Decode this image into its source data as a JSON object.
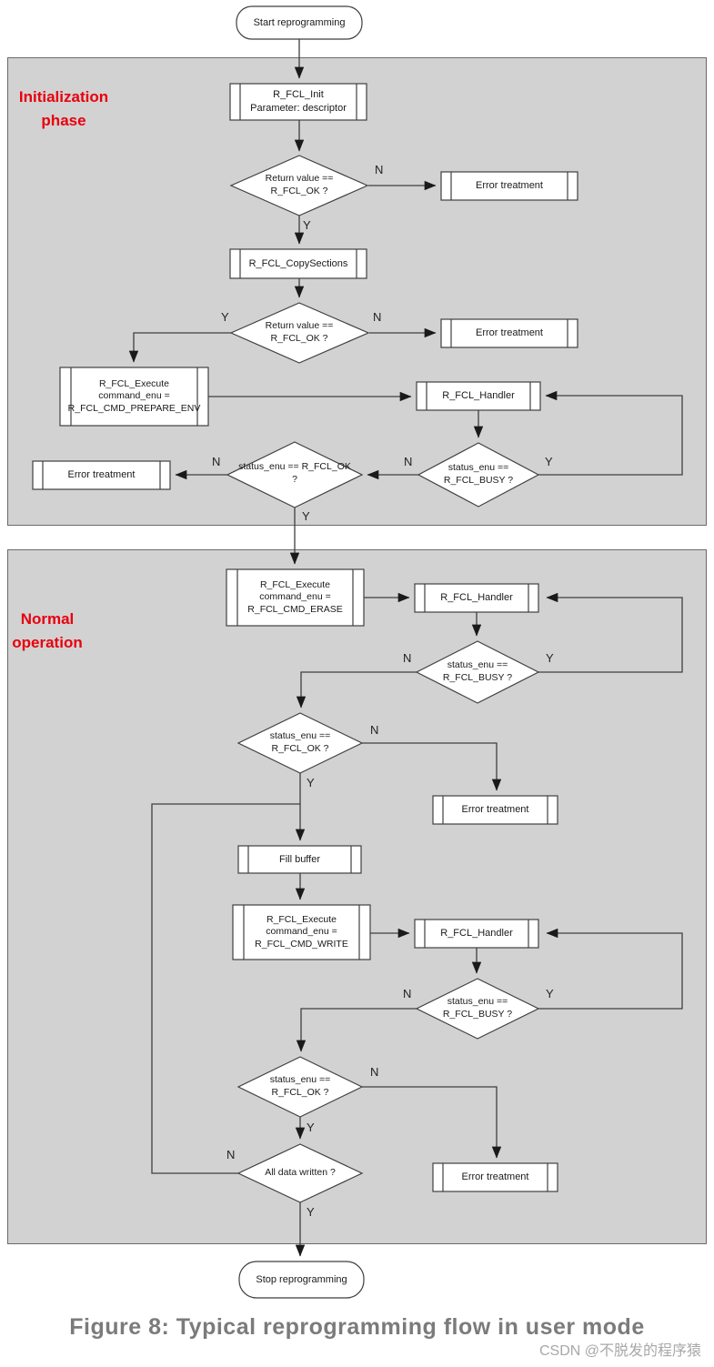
{
  "colors": {
    "section_fill": "#d2d2d2",
    "section_border": "#6a6a6a",
    "node_fill": "#ffffff",
    "node_border": "#3f3f3f",
    "connector": "#3f3f3f",
    "phase_label_red": "#e8000d",
    "caption_gray": "#7b7b7b",
    "watermark_gray": "#a8a8a8"
  },
  "start": {
    "label": "Start reprogramming"
  },
  "stop": {
    "label": "Stop reprogramming"
  },
  "sections": {
    "init": {
      "line1": "Initialization",
      "line2": "phase"
    },
    "normal": {
      "line1": "Normal",
      "line2": "operation"
    }
  },
  "nodes": {
    "init": {
      "lines": [
        "R_FCL_Init",
        "Parameter: descriptor"
      ]
    },
    "return1": {
      "lines": [
        "Return value ==",
        "R_FCL_OK ?"
      ]
    },
    "error1": {
      "label": "Error treatment"
    },
    "copy_sections": {
      "label": "R_FCL_CopySections"
    },
    "return2": {
      "lines": [
        "Return value ==",
        "R_FCL_OK ?"
      ]
    },
    "error2": {
      "label": "Error treatment"
    },
    "exec_prepare": {
      "lines": [
        "R_FCL_Execute",
        "command_enu =",
        "R_FCL_CMD_PREPARE_ENV"
      ]
    },
    "handler1": {
      "label": "R_FCL_Handler"
    },
    "busy1": {
      "lines": [
        "status_enu ==",
        "R_FCL_BUSY ?"
      ]
    },
    "ok1": {
      "lines": [
        "status_enu == R_FCL_OK",
        "?"
      ]
    },
    "error3": {
      "label": "Error treatment"
    },
    "exec_erase": {
      "lines": [
        "R_FCL_Execute",
        "command_enu =",
        "R_FCL_CMD_ERASE"
      ]
    },
    "handler2": {
      "label": "R_FCL_Handler"
    },
    "busy2": {
      "lines": [
        "status_enu ==",
        "R_FCL_BUSY ?"
      ]
    },
    "ok2": {
      "lines": [
        "status_enu ==",
        "R_FCL_OK ?"
      ]
    },
    "error4": {
      "label": "Error treatment"
    },
    "fill_buffer": {
      "label": "Fill buffer"
    },
    "exec_write": {
      "lines": [
        "R_FCL_Execute",
        "command_enu =",
        "R_FCL_CMD_WRITE"
      ]
    },
    "handler3": {
      "label": "R_FCL_Handler"
    },
    "busy3": {
      "lines": [
        "status_enu ==",
        "R_FCL_BUSY ?"
      ]
    },
    "ok3": {
      "lines": [
        "status_enu ==",
        "R_FCL_OK ?"
      ]
    },
    "error5": {
      "label": "Error treatment"
    },
    "all_data": {
      "label": "All data written ?"
    }
  },
  "edge_labels": {
    "yes": "Y",
    "no": "N"
  },
  "caption": "Figure 8: Typical reprogramming flow in user mode",
  "watermark": "CSDN @不脱发的程序猿"
}
